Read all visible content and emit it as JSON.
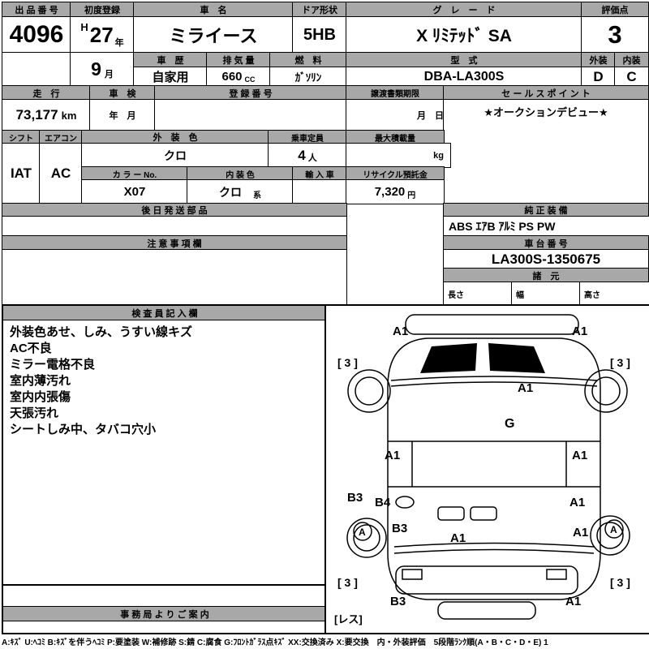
{
  "colors": {
    "header_bg": "#a8a8a8",
    "border": "#000000"
  },
  "auction": {
    "label": "出 品 番 号",
    "number": "4096"
  },
  "first_reg": {
    "label": "初度登録",
    "era": "H",
    "year": "27",
    "year_unit": "年",
    "month": "9",
    "month_unit": "月"
  },
  "car": {
    "name_label": "車　名",
    "name": "ミライース",
    "door_label": "ドア形状",
    "door": "5HB",
    "grade_label": "グ　レ　ー　ド",
    "grade": "X ﾘﾐﾃｯﾄﾞ SA",
    "history_label": "車　歴",
    "history": "自家用",
    "displacement_label": "排 気 量",
    "displacement": "660",
    "displacement_unit": "CC",
    "fuel_label": "燃　料",
    "fuel": "ｶﾞｿﾘﾝ",
    "model_label": "型　式",
    "model": "DBA-LA300S"
  },
  "rating": {
    "score_label": "評価点",
    "score": "3",
    "exterior_label": "外装",
    "exterior": "D",
    "interior_label": "内装",
    "interior": "C"
  },
  "mileage": {
    "label": "走　行",
    "value": "73,177",
    "unit": "km"
  },
  "inspection": {
    "label": "車　検",
    "value": "年　月"
  },
  "registration": {
    "label": "登 録 番 号",
    "value": ""
  },
  "transfer": {
    "label": "譲渡書類期限",
    "value": "月　日"
  },
  "sales_point": {
    "label": "セ ー ル ス ポ イ ン ト",
    "value": "★オークションデビュー★"
  },
  "equip": {
    "shift_label": "シフト",
    "shift": "IAT",
    "aircon_label": "エアコン",
    "aircon": "AC",
    "ext_color_label": "外　装　色",
    "ext_color": "クロ",
    "capacity_label": "乗車定員",
    "capacity": "4",
    "capacity_unit": "人",
    "max_load_label": "最大積載量",
    "max_load_unit": "kg",
    "color_no_label": "カ ラ ー No.",
    "color_no": "X07",
    "int_color_label": "内 装 色",
    "int_color": "クロ",
    "int_color_suffix": "系",
    "import_label": "輸 入 車",
    "import_value": "",
    "recycle_label": "リサイクル預託金",
    "recycle": "7,320",
    "recycle_unit": "円"
  },
  "later_parts": {
    "label": "後 日 発 送 部 品"
  },
  "genuine": {
    "label": "純 正 装 備",
    "value": "ABS ｴｱB ｱﾙﾐ PS PW"
  },
  "caution": {
    "label": "注 意 事 項 欄"
  },
  "chassis": {
    "label": "車 台 番 号",
    "value": "LA300S-1350675"
  },
  "specs": {
    "label": "諸　元",
    "length_label": "長さ",
    "width_label": "幅",
    "height_label": "高さ"
  },
  "inspector": {
    "label": "検 査 員 記 入 欄",
    "lines": [
      "外装色あせ、しみ、うすい線キズ",
      "AC不良",
      "ミラー電格不良",
      "室内薄汚れ",
      "室内内張傷",
      "天張汚れ",
      "シートしみ中、タバコ穴小"
    ]
  },
  "office": {
    "label": "事 務 局 よ り ご 案 内"
  },
  "diagram": {
    "labels": [
      "A1",
      "A1",
      "[ 3 ]",
      "[ 3 ]",
      "A1",
      "G",
      "A1",
      "A1",
      "B3",
      "B4",
      "A1",
      "A",
      "B3",
      "A1",
      "A1",
      "A",
      "[ 3 ]",
      "[ 3 ]",
      "B3",
      "A1",
      "[レス]"
    ]
  },
  "legend": "A:ｷｽﾞ U:ﾍｺﾐ B:ｷｽﾞを伴うﾍｺﾐ P:要塗装 W:補修跡 S:錆 C:腐食 G:ﾌﾛﾝﾄｶﾞﾗｽ点ｷｽﾞ XX:交換済み X:要交換　内・外装評価　5段階ﾗﾝｸ順(A・B・C・D・E) 1"
}
